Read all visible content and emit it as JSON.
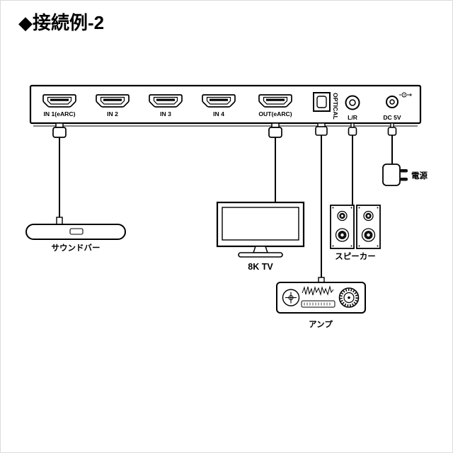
{
  "title": "◆接続例-2",
  "device": {
    "ports": [
      {
        "label": "IN 1(eARC)"
      },
      {
        "label": "IN 2"
      },
      {
        "label": "IN 3"
      },
      {
        "label": "IN 4"
      },
      {
        "label": "OUT(eARC)"
      },
      {
        "label": "OPTICAL"
      },
      {
        "label": "L/R"
      },
      {
        "label": "DC 5V"
      }
    ]
  },
  "peripherals": {
    "soundbar": "サウンドバー",
    "tv": "8K TV",
    "speakers": "スピーカー",
    "amplifier": "アンプ",
    "power": "電源"
  },
  "connections": [
    {
      "port": "IN 1(eARC)",
      "device": "サウンドバー"
    },
    {
      "port": "OUT(eARC)",
      "device": "8K TV"
    },
    {
      "port": "OPTICAL",
      "device": "アンプ"
    },
    {
      "port": "L/R",
      "device": "スピーカー"
    },
    {
      "port": "DC 5V",
      "device": "電源"
    }
  ]
}
